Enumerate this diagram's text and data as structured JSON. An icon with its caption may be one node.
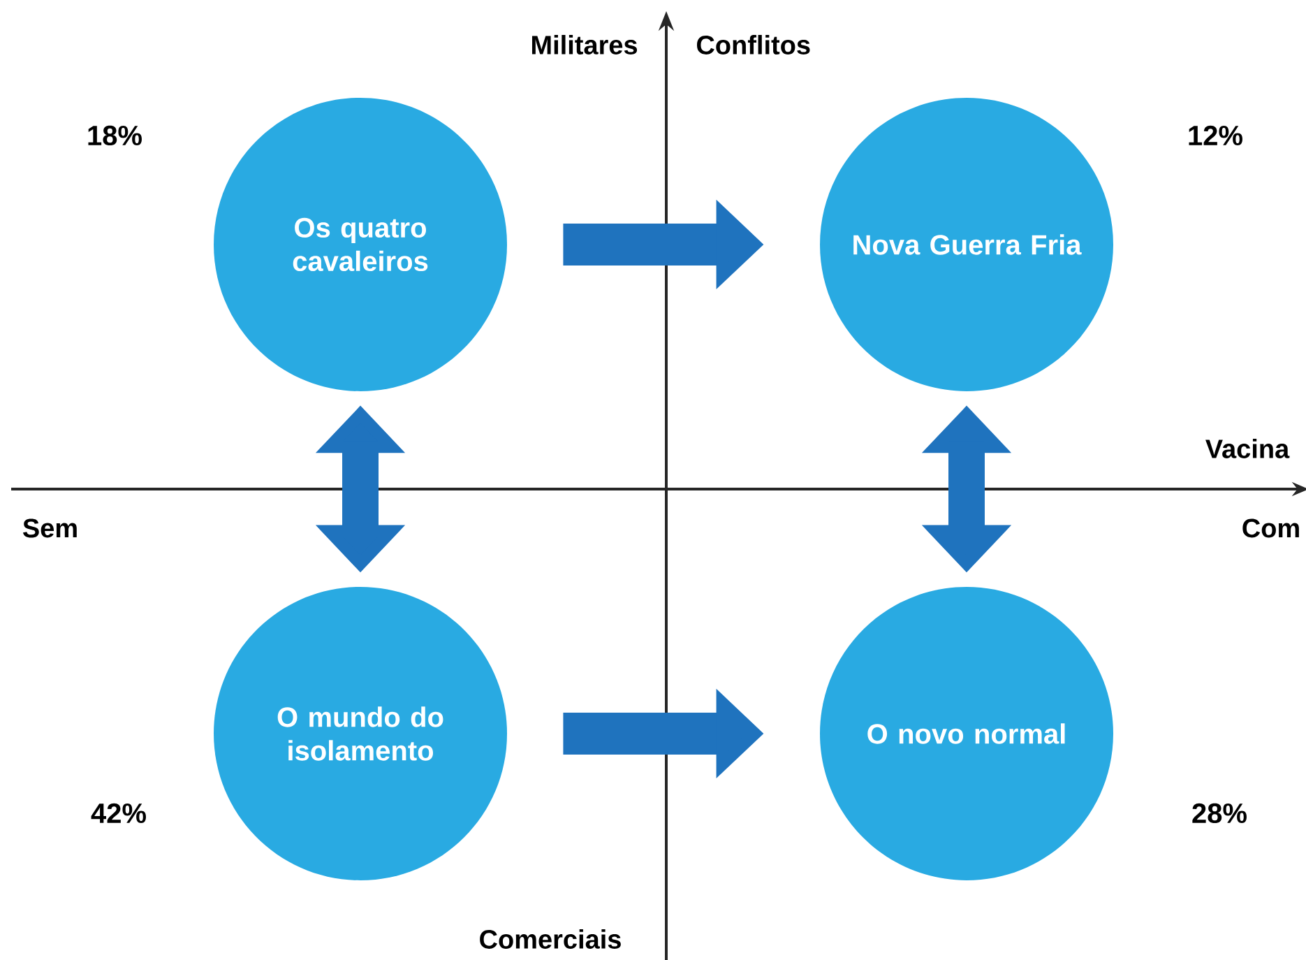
{
  "diagram": {
    "nodes": [
      {
        "text": [
          "Os quatro cavaleiros"
        ],
        "beside": [
          "18%"
        ]
      },
      {
        "text": [
          "Nova Guerra Fria"
        ],
        "beside": [
          "12%"
        ]
      },
      {
        "text": [
          "O mundo do isolamento"
        ],
        "beside": [
          "42%"
        ]
      },
      {
        "text": [
          "O novo normal"
        ],
        "beside": [
          "28%"
        ]
      }
    ],
    "edges": [
      {
        "from": 0,
        "to": 1,
        "arrow": "to"
      },
      {
        "from": 0,
        "to": 2,
        "arrow": "both"
      },
      {
        "from": 1,
        "to": 3,
        "arrow": "both"
      },
      {
        "from": 2,
        "to": 3,
        "arrow": "to"
      }
    ],
    "labels": [
      "Militares",
      "Conflitos",
      "Vacina",
      "Sem",
      "Com",
      "Comerciais"
    ]
  }
}
